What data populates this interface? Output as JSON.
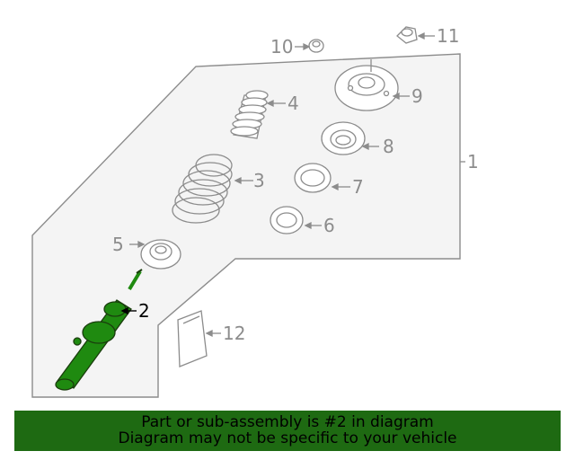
{
  "diagram": {
    "highlight_color": "#1f8a10",
    "line_color": "#8c8c8c",
    "panel_color": "#f4f4f4",
    "callouts": [
      "1",
      "2",
      "3",
      "4",
      "5",
      "6",
      "7",
      "8",
      "9",
      "10",
      "11",
      "12"
    ],
    "highlighted_callout": "2"
  },
  "banner": {
    "line1": "Part or sub-assembly is #2 in diagram",
    "line2": "Diagram may not be specific to your vehicle",
    "background": "#1e6a12"
  }
}
